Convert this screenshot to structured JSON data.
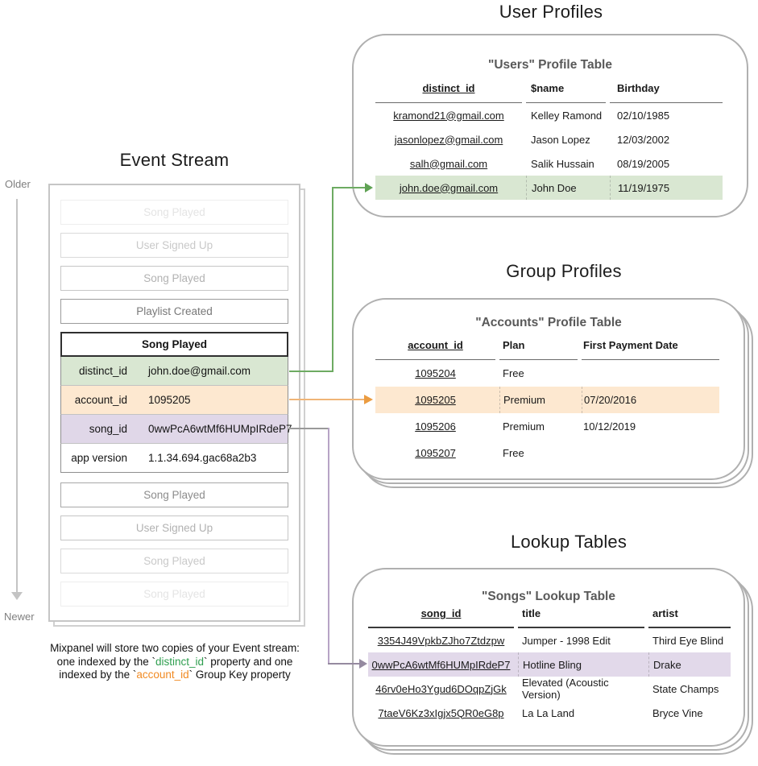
{
  "colors": {
    "green_highlight": "#d9e7d2",
    "orange_highlight": "#fde8d0",
    "purple_highlight": "#e2d9ea",
    "green_accent": "#2e9e4f",
    "orange_accent": "#f18a22",
    "green_line": "#6dab62",
    "orange_line": "#f0b577",
    "purple_line": "#b7a4c6"
  },
  "event_stream": {
    "title": "Event Stream",
    "older_label": "Older",
    "newer_label": "Newer",
    "events_before": [
      {
        "label": "Song Played"
      },
      {
        "label": "User Signed Up"
      },
      {
        "label": "Song Played"
      },
      {
        "label": "Playlist Created"
      }
    ],
    "expanded_event": {
      "name": "Song Played",
      "properties": [
        {
          "key": "distinct_id",
          "value": "john.doe@gmail.com"
        },
        {
          "key": "account_id",
          "value": "1095205"
        },
        {
          "key": "song_id",
          "value": "0wwPcA6wtMf6HUMpIRdeP7"
        },
        {
          "key": "app version",
          "value": "1.1.34.694.gac68a2b3"
        }
      ]
    },
    "events_after": [
      {
        "label": "Song Played"
      },
      {
        "label": "User Signed Up"
      },
      {
        "label": "Song Played"
      },
      {
        "label": "Song Played"
      }
    ]
  },
  "caption": {
    "line1": "Mixpanel will store two copies of your Event stream:",
    "line2_pre": "one indexed by the `",
    "line2_key": "distinct_id",
    "line2_post": "` property and one",
    "line3_pre": "indexed by the `",
    "line3_key": "account_id",
    "line3_post": "` Group Key property"
  },
  "user_profiles": {
    "section_title": "User Profiles",
    "table_title": "\"Users\" Profile Table",
    "columns": [
      "distinct_id",
      "$name",
      "Birthday"
    ],
    "rows": [
      {
        "cells": [
          "kramond21@gmail.com",
          "Kelley Ramond",
          "02/10/1985"
        ]
      },
      {
        "cells": [
          "jasonlopez@gmail.com",
          "Jason Lopez",
          "12/03/2002"
        ]
      },
      {
        "cells": [
          "salh@gmail.com",
          "Salik Hussain",
          "08/19/2005"
        ]
      },
      {
        "cells": [
          "john.doe@gmail.com",
          "John Doe",
          "11/19/1975"
        ]
      }
    ]
  },
  "group_profiles": {
    "section_title": "Group Profiles",
    "table_title": "\"Accounts\" Profile Table",
    "columns": [
      "account_id",
      "Plan",
      "First Payment Date"
    ],
    "rows": [
      {
        "cells": [
          "1095204",
          "Free",
          ""
        ]
      },
      {
        "cells": [
          "1095205",
          "Premium",
          "07/20/2016"
        ]
      },
      {
        "cells": [
          "1095206",
          "Premium",
          "10/12/2019"
        ]
      },
      {
        "cells": [
          "1095207",
          "Free",
          ""
        ]
      }
    ]
  },
  "lookup_tables": {
    "section_title": "Lookup Tables",
    "table_title": "\"Songs\" Lookup Table",
    "columns": [
      "song_id",
      "title",
      "artist"
    ],
    "rows": [
      {
        "cells": [
          "3354J49VpkbZJho7Ztdzpw",
          "Jumper - 1998 Edit",
          "Third Eye Blind"
        ]
      },
      {
        "cells": [
          "0wwPcA6wtMf6HUMpIRdeP7",
          "Hotline Bling",
          "Drake"
        ]
      },
      {
        "cells": [
          "46rv0eHo3Ygud6DOqpZjGk",
          "Elevated (Acoustic Version)",
          "State Champs"
        ]
      },
      {
        "cells": [
          "7taeV6Kz3xIgjx5QR0eG8p",
          "La La Land",
          "Bryce Vine"
        ]
      }
    ]
  }
}
